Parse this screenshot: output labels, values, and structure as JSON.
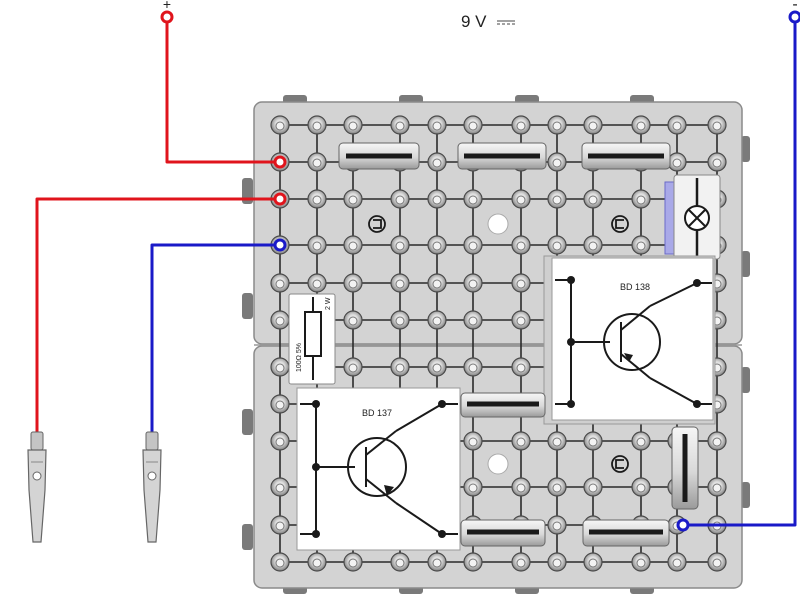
{
  "supply": {
    "voltage_label": "9 V",
    "plus_label": "+",
    "minus_label": "-"
  },
  "components": {
    "transistor_top_label": "BD 138",
    "transistor_bottom_label": "BD 137",
    "resistor_value_label": "100Ω 5%",
    "resistor_power_label": "2 W"
  },
  "colors": {
    "positive_wire": "#e0141c",
    "negative_wire": "#1a1ac8",
    "board": "#d2d2d2",
    "board_edge": "#8a8a8a",
    "connector_line": "#222222"
  },
  "icons": {
    "lamp": "lamp-icon",
    "clip": "alligator-clip-icon",
    "grid_marker": "wire-segment-icon"
  }
}
